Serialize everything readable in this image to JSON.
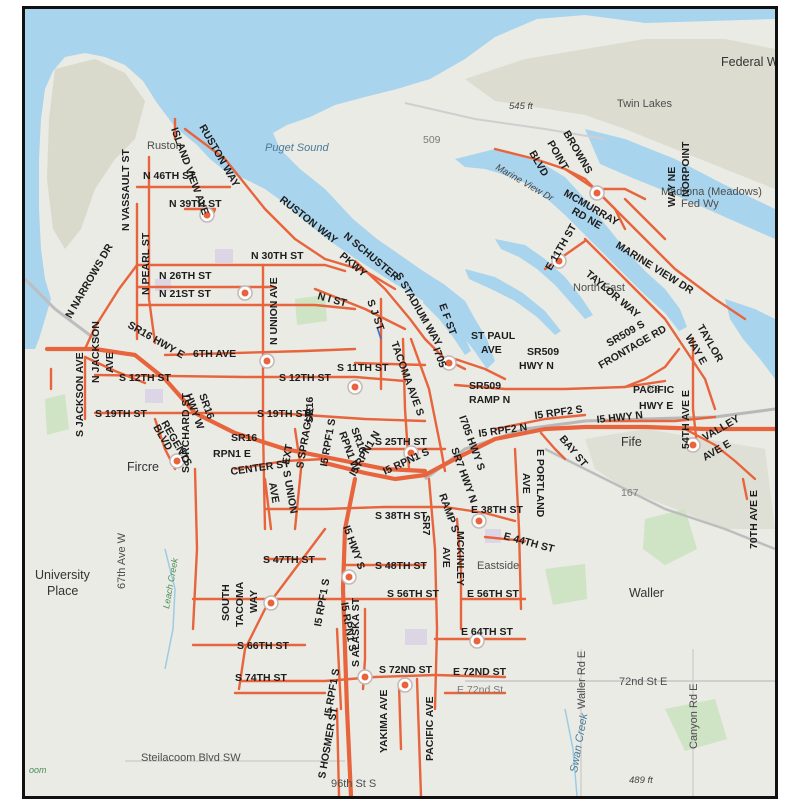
{
  "colors": {
    "water": "#a9d4ee",
    "land": "#e9ebe4",
    "hills": "#d6d6c8",
    "route": "#e8643c",
    "marker_ring": "#c4b7b7",
    "text": "#1d1d1d"
  },
  "basemap_labels": {
    "federal_way": "Federal W",
    "puget_sound": "Puget Sound",
    "twin_lakes": "Twin Lakes",
    "elev_545": "545 ft",
    "road_509": "509",
    "marine_view_dr": "Marine View Dr",
    "madrona": "Madrona (Meadows)",
    "fed_wy": "Fed Wy",
    "north_east": "North East",
    "ruston": "Ruston",
    "fife": "Fife",
    "road_167": "167",
    "waller": "Waller",
    "eastside": "Eastside",
    "university_place": "University Place",
    "fircrest": "Fircre",
    "st_72nd_e": "72nd St E",
    "e_72nd_st_faint": "E 72nd St",
    "waller_rd_e": "Waller Rd E",
    "canyon_rd_e": "Canyon Rd E",
    "swan_creek": "Swan Creek",
    "leach_creek": "Leach Creek",
    "elev_489": "489 ft",
    "steilacoom": "Steilacoom Blvd SW",
    "st_96th": "96th St S",
    "ave_67th": "67th Ave W",
    "zoom_partial": "oom",
    "road_509_small": "509"
  },
  "street_labels": {
    "n_vassault_st": "N VASSAULT ST",
    "island_view_ave": "ISLAND VIEW AVE",
    "ruston_way_1": "RUSTON WAY",
    "ruston_way_2": "RUSTON WAY",
    "n_46th_st": "N 46TH ST",
    "n_39th_st": "N 39TH ST",
    "n_30th_st": "N 30TH ST",
    "n_narrows_dr": "N NARROWS DR",
    "n_pearl_st": "N PEARL ST",
    "n_26th_st": "N 26TH ST",
    "n_21st_st": "N 21ST ST",
    "n_union_ave": "N UNION AVE",
    "n_i_st": "N I ST",
    "n_schuster_pkwy": "N SCHUSTER PKWY",
    "s_j_st": "S J ST",
    "s_stadium_way": "S STADIUM WAY",
    "e_f_st": "E F ST",
    "i705": "I705",
    "st_paul_ave": "ST PAUL AVE",
    "sr509_hwy_n": "SR509 HWY N",
    "sr509_ramp_n": "SR509 RAMP N",
    "sr509_s_frontage_rd": "SR509 S FRONTAGE RD",
    "pacific_hwy_e": "PACIFIC HWY E",
    "i5_rpf2_s": "I5 RPF2 S",
    "i5_hwy_n": "I5 HWY N",
    "i5_rpf2_n": "I5 RPF2 N",
    "bay_st": "BAY ST",
    "ave_54th_e": "54TH AVE E",
    "valley_ave_e": "VALLEY AVE E",
    "ave_70th_e": "70TH AVE E",
    "taylor_way": "TAYLOR WAY",
    "taylor_way_e": "TAYLOR WAY E",
    "marine_view_dr": "MARINE VIEW DR",
    "norpoint_way_ne": "NORPOINT WAY NE",
    "mcmurray_rd_ne": "MCMURRAY RD NE",
    "browns_point_blvd": "BROWNS POINT BLVD",
    "e_11th_st": "E 11TH ST",
    "n_jackson_ave": "N JACKSON AVE",
    "s_jackson_ave": "S JACKSON AVE",
    "sr16_hwy_e": "SR16 HWY E",
    "sixth_ave": "6TH AVE",
    "s_12th_st_w": "S 12TH ST",
    "s_12th_st_c": "S 12TH ST",
    "s_11th_st": "S 11TH ST",
    "s_19th_st_w": "S 19TH ST",
    "s_19th_st_c": "S 19TH ST",
    "regents_blvd": "REGENTS BLVD",
    "sr16_hwy_w": "SR16 HWY W",
    "sr16_rpn1_e": "SR16 RPN1 E",
    "sr16_c": "SR16",
    "sr16_rpn1_w": "SR16 RPN1 W",
    "s_sprague_ext": "S SPRAGUE EXT",
    "tacoma_ave_s": "TACOMA AVE S",
    "s_25th_st": "S 25TH ST",
    "i5_rpn_s": "I5 RPN1 S",
    "i705_hwy_s": "I705 HWY S",
    "sr7_hwy_n": "SR7 HWY N",
    "center_st": "CENTER ST",
    "s_union_ave": "S UNION AVE",
    "i5_rpf1_s_n": "I5 RPF1 S",
    "i5_rpn1_n": "I5 RPN1 N",
    "i5_rpn1_n2": "I5 RPN1 N",
    "s_orchard_st": "S ORCHARD ST",
    "s_38th_st": "S 38TH ST",
    "e_38th_st": "E 38TH ST",
    "e_44th_st": "E 44TH ST",
    "e_portland_ave": "E PORTLAND AVE",
    "sr7_ramp_s": "SR7 RAMP S",
    "s_47th_st": "S 47TH ST",
    "s_48th_st": "S 48TH ST",
    "i5_hwy_s": "I5 HWY S",
    "mckinley_ave": "MCKINLEY AVE",
    "south_tacoma_way": "SOUTH TACOMA WAY",
    "s_56th_st": "S 56TH ST",
    "e_56th_st": "E 56TH ST",
    "i5_rpf1_s": "I5 RPF1 S",
    "i5_rpn1_s": "I5 RPN1 S",
    "s_alaska_st": "S ALASKA ST",
    "e_64th_st": "E 64TH ST",
    "s_66th_st": "S 66TH ST",
    "s_72nd_st": "S 72ND ST",
    "e_72nd_st": "E 72ND ST",
    "s_74th_st": "S 74TH ST",
    "i5_rpf1_s2": "I5 RPF1 S",
    "yakima_ave": "YAKIMA AVE",
    "pacific_ave": "PACIFIC AVE",
    "s_hosmer_st": "S HOSMER ST"
  }
}
